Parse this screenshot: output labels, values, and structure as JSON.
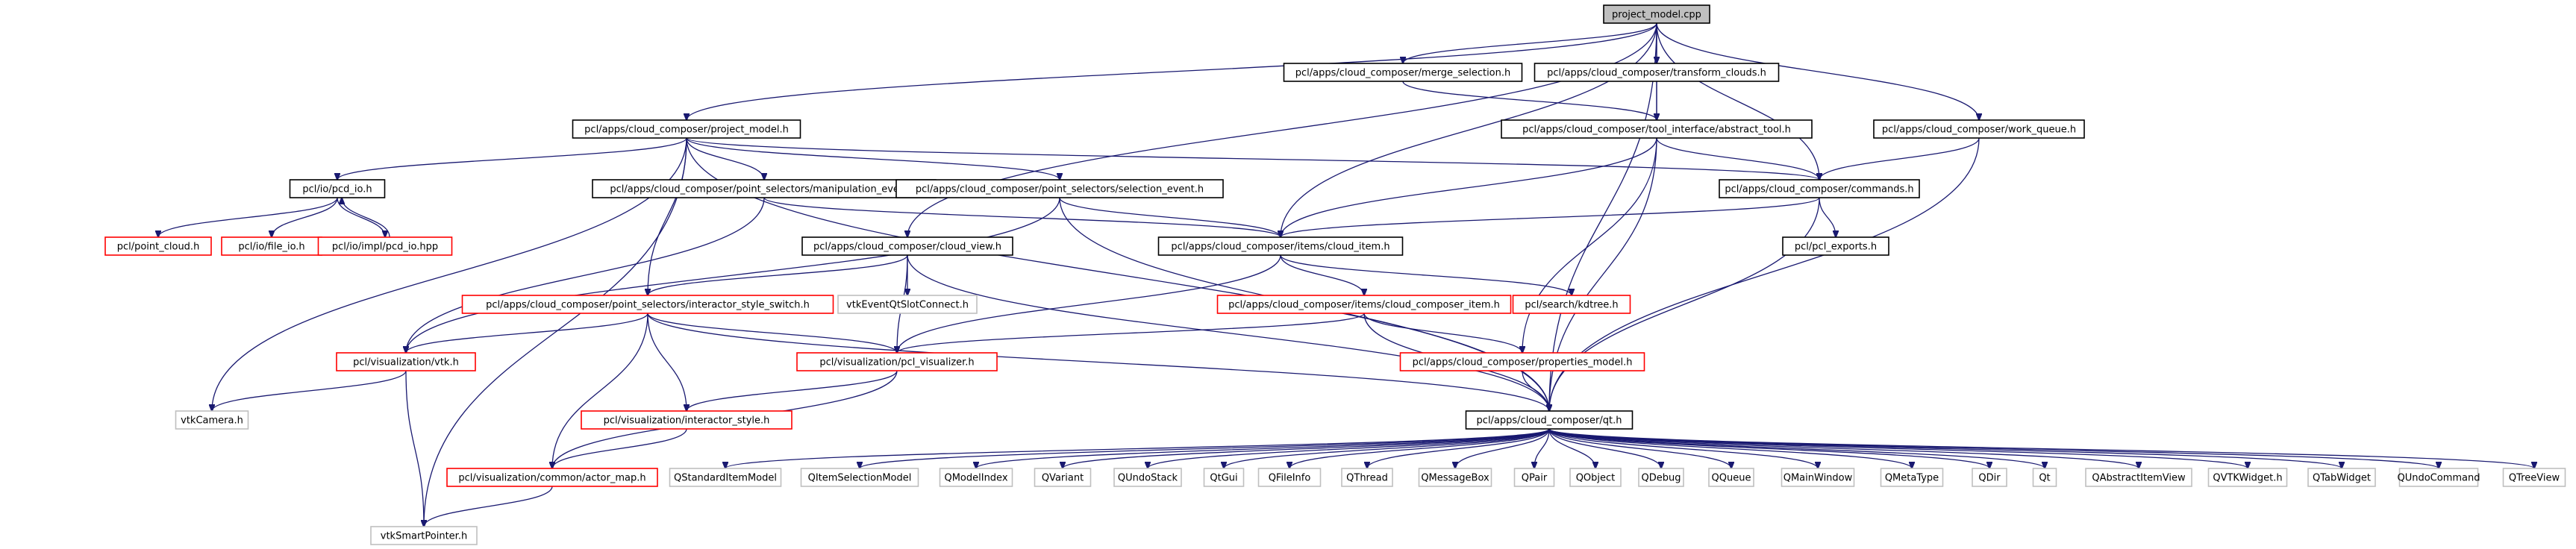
{
  "theme": {
    "root_fill": "#bfbfbf",
    "border_default": "#000000",
    "border_red": "#ff0000",
    "border_gray": "#bfbfbf",
    "edge_color": "#191970"
  },
  "nodes": [
    {
      "id": "root",
      "label": "project_model.cpp",
      "style": "root"
    },
    {
      "id": "project_model",
      "label": "pcl/apps/cloud_composer/project_model.h",
      "style": "default"
    },
    {
      "id": "merge_selection",
      "label": "pcl/apps/cloud_composer/merge_selection.h",
      "style": "default"
    },
    {
      "id": "transform_clouds",
      "label": "pcl/apps/cloud_composer/transform_clouds.h",
      "style": "default"
    },
    {
      "id": "abstract_tool",
      "label": "pcl/apps/cloud_composer/tool_interface/abstract_tool.h",
      "style": "default"
    },
    {
      "id": "work_queue",
      "label": "pcl/apps/cloud_composer/work_queue.h",
      "style": "default"
    },
    {
      "id": "pcd_io",
      "label": "pcl/io/pcd_io.h",
      "style": "default"
    },
    {
      "id": "manipulation_event",
      "label": "pcl/apps/cloud_composer/point_selectors/manipulation_event.h",
      "style": "default"
    },
    {
      "id": "selection_event",
      "label": "pcl/apps/cloud_composer/point_selectors/selection_event.h",
      "style": "default"
    },
    {
      "id": "commands",
      "label": "pcl/apps/cloud_composer/commands.h",
      "style": "default"
    },
    {
      "id": "point_cloud",
      "label": "pcl/point_cloud.h",
      "style": "red"
    },
    {
      "id": "file_io",
      "label": "pcl/io/file_io.h",
      "style": "red"
    },
    {
      "id": "pcd_io_hpp",
      "label": "pcl/io/impl/pcd_io.hpp",
      "style": "red"
    },
    {
      "id": "cloud_view",
      "label": "pcl/apps/cloud_composer/cloud_view.h",
      "style": "default"
    },
    {
      "id": "cloud_item",
      "label": "pcl/apps/cloud_composer/items/cloud_item.h",
      "style": "default"
    },
    {
      "id": "pcl_exports",
      "label": "pcl/pcl_exports.h",
      "style": "default"
    },
    {
      "id": "interactor_style_switch",
      "label": "pcl/apps/cloud_composer/point_selectors/interactor_style_switch.h",
      "style": "red"
    },
    {
      "id": "vtkEventQtSlotConnect",
      "label": "vtkEventQtSlotConnect.h",
      "style": "gray"
    },
    {
      "id": "cloud_composer_item",
      "label": "pcl/apps/cloud_composer/items/cloud_composer_item.h",
      "style": "red"
    },
    {
      "id": "kdtree",
      "label": "pcl/search/kdtree.h",
      "style": "red"
    },
    {
      "id": "vtk",
      "label": "pcl/visualization/vtk.h",
      "style": "red"
    },
    {
      "id": "pcl_visualizer",
      "label": "pcl/visualization/pcl_visualizer.h",
      "style": "red"
    },
    {
      "id": "properties_model",
      "label": "pcl/apps/cloud_composer/properties_model.h",
      "style": "red"
    },
    {
      "id": "vtkCamera",
      "label": "vtkCamera.h",
      "style": "gray"
    },
    {
      "id": "interactor_style",
      "label": "pcl/visualization/interactor_style.h",
      "style": "red"
    },
    {
      "id": "qt",
      "label": "pcl/apps/cloud_composer/qt.h",
      "style": "default"
    },
    {
      "id": "actor_map",
      "label": "pcl/visualization/common/actor_map.h",
      "style": "red"
    },
    {
      "id": "QStandardItemModel",
      "label": "QStandardItemModel",
      "style": "gray"
    },
    {
      "id": "QItemSelectionModel",
      "label": "QItemSelectionModel",
      "style": "gray"
    },
    {
      "id": "QModelIndex",
      "label": "QModelIndex",
      "style": "gray"
    },
    {
      "id": "QVariant",
      "label": "QVariant",
      "style": "gray"
    },
    {
      "id": "QUndoStack",
      "label": "QUndoStack",
      "style": "gray"
    },
    {
      "id": "QtGui",
      "label": "QtGui",
      "style": "gray"
    },
    {
      "id": "QFileInfo",
      "label": "QFileInfo",
      "style": "gray"
    },
    {
      "id": "QThread",
      "label": "QThread",
      "style": "gray"
    },
    {
      "id": "QMessageBox",
      "label": "QMessageBox",
      "style": "gray"
    },
    {
      "id": "QPair",
      "label": "QPair",
      "style": "gray"
    },
    {
      "id": "QObject",
      "label": "QObject",
      "style": "gray"
    },
    {
      "id": "QDebug",
      "label": "QDebug",
      "style": "gray"
    },
    {
      "id": "QQueue",
      "label": "QQueue",
      "style": "gray"
    },
    {
      "id": "QMainWindow",
      "label": "QMainWindow",
      "style": "gray"
    },
    {
      "id": "QMetaType",
      "label": "QMetaType",
      "style": "gray"
    },
    {
      "id": "QDir",
      "label": "QDir",
      "style": "gray"
    },
    {
      "id": "Qt",
      "label": "Qt",
      "style": "gray"
    },
    {
      "id": "QAbstractItemView",
      "label": "QAbstractItemView",
      "style": "gray"
    },
    {
      "id": "QVTKWidget",
      "label": "QVTKWidget.h",
      "style": "gray"
    },
    {
      "id": "QTabWidget",
      "label": "QTabWidget",
      "style": "gray"
    },
    {
      "id": "QUndoCommand",
      "label": "QUndoCommand",
      "style": "gray"
    },
    {
      "id": "QTreeView",
      "label": "QTreeView",
      "style": "gray"
    },
    {
      "id": "vtkSmartPointer",
      "label": "vtkSmartPointer.h",
      "style": "gray"
    }
  ],
  "edges": [
    [
      "root",
      "project_model"
    ],
    [
      "root",
      "merge_selection"
    ],
    [
      "root",
      "transform_clouds"
    ],
    [
      "root",
      "abstract_tool"
    ],
    [
      "root",
      "work_queue"
    ],
    [
      "root",
      "commands"
    ],
    [
      "root",
      "cloud_view"
    ],
    [
      "root",
      "cloud_item"
    ],
    [
      "root",
      "qt"
    ],
    [
      "merge_selection",
      "abstract_tool"
    ],
    [
      "transform_clouds",
      "abstract_tool"
    ],
    [
      "abstract_tool",
      "commands"
    ],
    [
      "abstract_tool",
      "cloud_item"
    ],
    [
      "abstract_tool",
      "properties_model"
    ],
    [
      "abstract_tool",
      "qt"
    ],
    [
      "work_queue",
      "commands"
    ],
    [
      "work_queue",
      "qt"
    ],
    [
      "project_model",
      "pcd_io"
    ],
    [
      "project_model",
      "manipulation_event"
    ],
    [
      "project_model",
      "selection_event"
    ],
    [
      "project_model",
      "commands"
    ],
    [
      "project_model",
      "interactor_style_switch"
    ],
    [
      "project_model",
      "qt"
    ],
    [
      "project_model",
      "vtkCamera"
    ],
    [
      "project_model",
      "vtkSmartPointer"
    ],
    [
      "pcd_io",
      "point_cloud"
    ],
    [
      "pcd_io",
      "file_io"
    ],
    [
      "pcd_io",
      "pcd_io_hpp"
    ],
    [
      "pcd_io_hpp",
      "pcd_io"
    ],
    [
      "manipulation_event",
      "vtk"
    ],
    [
      "manipulation_event",
      "cloud_item"
    ],
    [
      "selection_event",
      "vtk"
    ],
    [
      "selection_event",
      "cloud_item"
    ],
    [
      "selection_event",
      "qt"
    ],
    [
      "commands",
      "cloud_item"
    ],
    [
      "commands",
      "pcl_exports"
    ],
    [
      "commands",
      "qt"
    ],
    [
      "cloud_view",
      "interactor_style_switch"
    ],
    [
      "cloud_view",
      "vtkEventQtSlotConnect"
    ],
    [
      "cloud_view",
      "pcl_visualizer"
    ],
    [
      "cloud_view",
      "qt"
    ],
    [
      "cloud_item",
      "cloud_composer_item"
    ],
    [
      "cloud_item",
      "kdtree"
    ],
    [
      "cloud_item",
      "pcl_visualizer"
    ],
    [
      "interactor_style_switch",
      "vtk"
    ],
    [
      "interactor_style_switch",
      "pcl_visualizer"
    ],
    [
      "interactor_style_switch",
      "interactor_style"
    ],
    [
      "interactor_style_switch",
      "actor_map"
    ],
    [
      "interactor_style_switch",
      "qt"
    ],
    [
      "cloud_composer_item",
      "properties_model"
    ],
    [
      "cloud_composer_item",
      "pcl_visualizer"
    ],
    [
      "cloud_composer_item",
      "qt"
    ],
    [
      "pcl_visualizer",
      "interactor_style"
    ],
    [
      "pcl_visualizer",
      "actor_map"
    ],
    [
      "properties_model",
      "qt"
    ],
    [
      "vtk",
      "vtkCamera"
    ],
    [
      "vtk",
      "vtkSmartPointer"
    ],
    [
      "interactor_style",
      "actor_map"
    ],
    [
      "actor_map",
      "vtkSmartPointer"
    ],
    [
      "qt",
      "QStandardItemModel"
    ],
    [
      "qt",
      "QItemSelectionModel"
    ],
    [
      "qt",
      "QModelIndex"
    ],
    [
      "qt",
      "QVariant"
    ],
    [
      "qt",
      "QUndoStack"
    ],
    [
      "qt",
      "QtGui"
    ],
    [
      "qt",
      "QFileInfo"
    ],
    [
      "qt",
      "QThread"
    ],
    [
      "qt",
      "QMessageBox"
    ],
    [
      "qt",
      "QPair"
    ],
    [
      "qt",
      "QObject"
    ],
    [
      "qt",
      "QDebug"
    ],
    [
      "qt",
      "QQueue"
    ],
    [
      "qt",
      "QMainWindow"
    ],
    [
      "qt",
      "QMetaType"
    ],
    [
      "qt",
      "QDir"
    ],
    [
      "qt",
      "Qt"
    ],
    [
      "qt",
      "QAbstractItemView"
    ],
    [
      "qt",
      "QVTKWidget"
    ],
    [
      "qt",
      "QTabWidget"
    ],
    [
      "qt",
      "QUndoCommand"
    ],
    [
      "qt",
      "QTreeView"
    ]
  ]
}
